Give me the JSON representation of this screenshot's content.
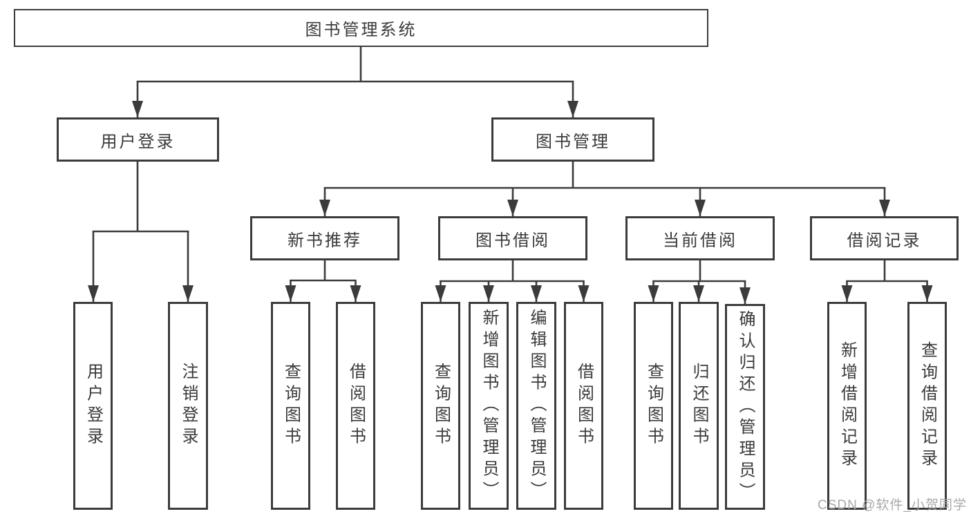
{
  "nodes": {
    "root": "图书管理系统",
    "user_login": "用户登录",
    "book_management": "图书管理",
    "new_book_recommend": "新书推荐",
    "book_borrow": "图书借阅",
    "current_borrow": "当前借阅",
    "borrow_record": "借阅记录",
    "leaf_user_login": "用户登录",
    "leaf_logout": "注销登录",
    "leaf_query_book_a": "查询图书",
    "leaf_borrow_book_a": "借阅图书",
    "leaf_query_book_b": "查询图书",
    "leaf_add_book_admin": "新增图书（管理员）",
    "leaf_edit_book_admin": "编辑图书（管理员）",
    "leaf_borrow_book_b": "借阅图书",
    "leaf_query_book_c": "查询图书",
    "leaf_return_book": "归还图书",
    "leaf_confirm_return_admin": "确认归还（管理员）",
    "leaf_add_borrow_record": "新增借阅记录",
    "leaf_query_borrow_record": "查询借阅记录"
  },
  "watermark": "CSDN @软件_小贺同学",
  "colors": {
    "line": "#3b3b3b",
    "box_border": "#3b3b3b",
    "text": "#3a3a3a",
    "background": "#ffffff",
    "watermark": "#a3a3a3"
  }
}
